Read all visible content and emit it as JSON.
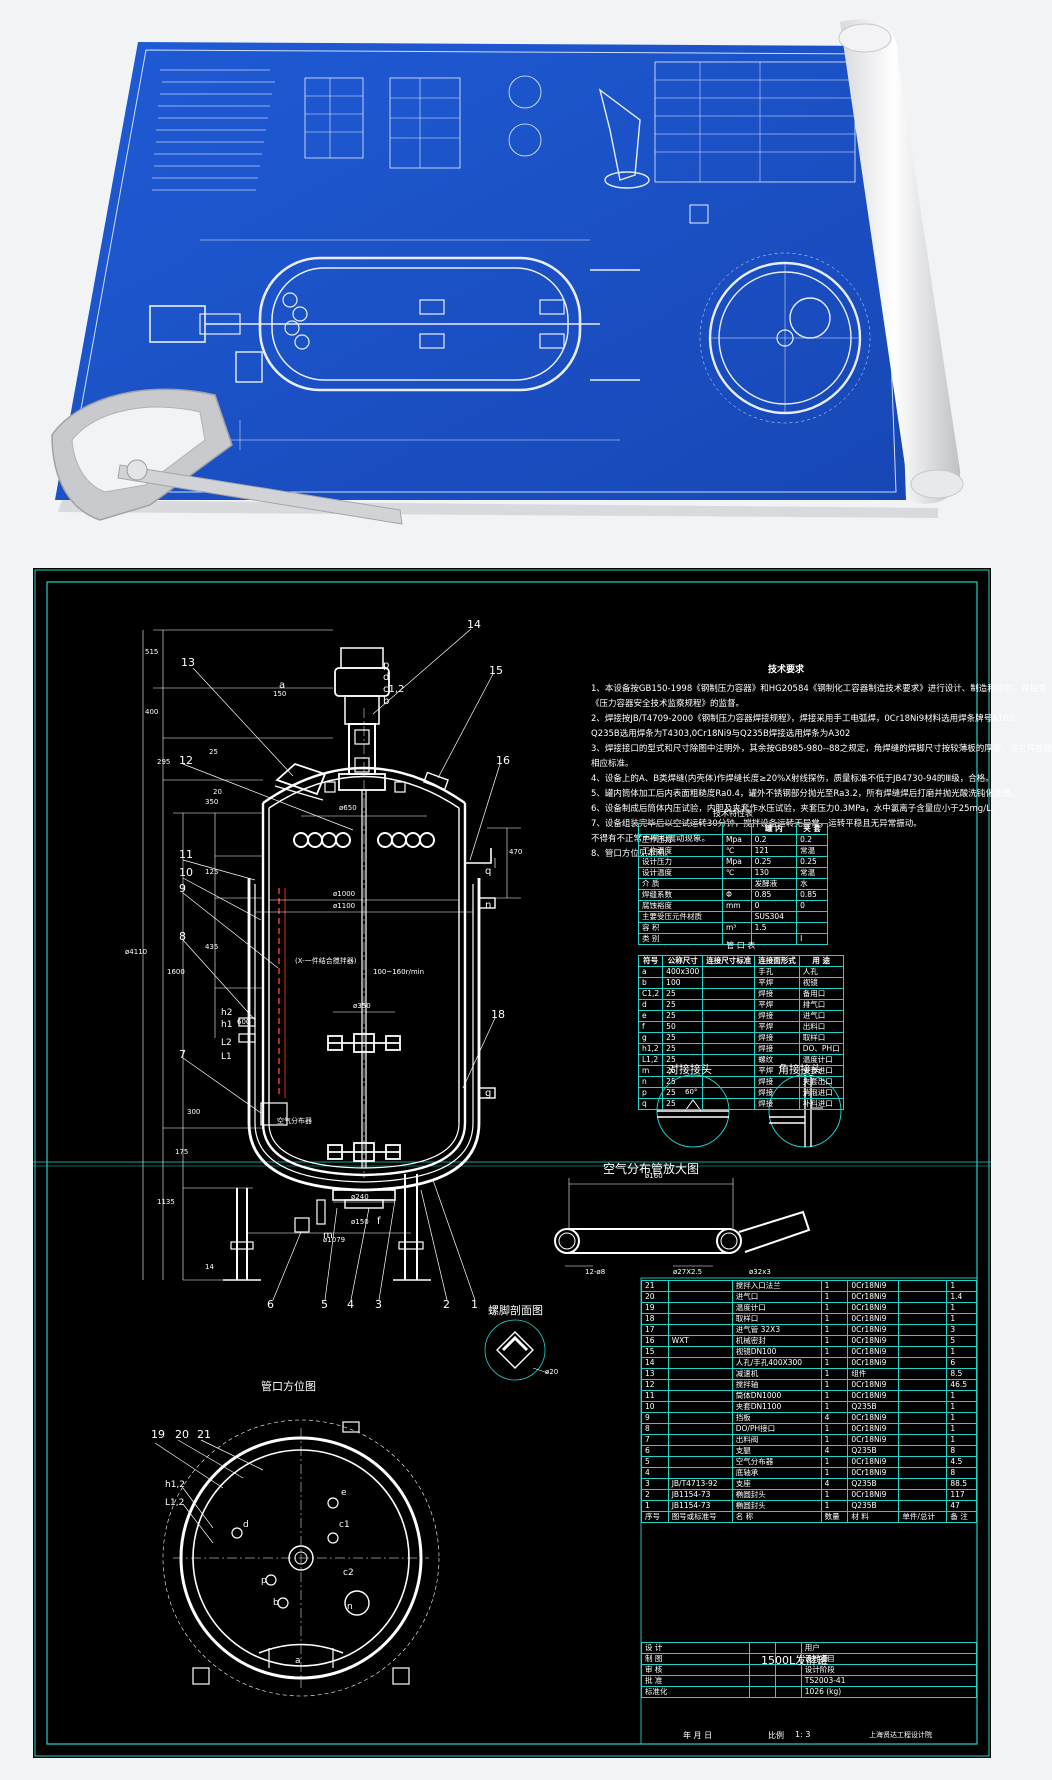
{
  "top_blueprint": {
    "background_color": "#1a4fc4",
    "line_color": "#ffffff"
  },
  "tech_requirements": {
    "title": "技术要求",
    "lines": [
      "1、本设备按GB150-1998《钢制压力容器》和HG20584《钢制化工容器制造技术要求》进行设计、制造和检验，并接受",
      "《压力容器安全技术监察规程》的监督。",
      "2、焊接按JB/T4709-2000《钢制压力容器焊接规程》，焊接采用手工电弧焊，0Cr18Ni9材料选用焊条牌号A102;",
      "Q235B选用焊条为T4303,0Cr18Ni9与Q235B焊接选用焊条为A302",
      "3、焊接接口的型式和尺寸除图中注明外，其余按GB985-980--88之规定，角焊缝的焊脚尺寸按较薄板的厚度，法兰焊接按",
      "相应标准。",
      "4、设备上的A、B类焊缝(内壳体)作焊缝长度≥20%X射线探伤，质量标准不低于JB4730-94的Ⅲ级，合格。",
      "5、罐内筒体加工后内表面粗糙度Ra0.4，罐外不锈钢部分抛光至Ra3.2，所有焊缝焊后打磨并抛光酸洗钝化处理。",
      "6、设备制成后筒体内压试验，内胆及夹套作水压试验，夹套压力0.3MPa，水中氯离子含量应小于25mg/L。",
      "7、设备组装完毕后以空试运转30分钟，搅拌设备运转无异常，运转平稳且无异常振动。",
      "不得有不正常声响和震动现象。",
      "8、管口方位见本图。"
    ]
  },
  "tech_characteristics": {
    "title": "技术特性表",
    "headers": [
      "",
      "",
      "罐 内",
      "夹 套"
    ],
    "rows": [
      [
        "工作压力",
        "Mpa",
        "0.2",
        "0.2"
      ],
      [
        "工作温度",
        "℃",
        "121",
        "常温"
      ],
      [
        "设计压力",
        "Mpa",
        "0.25",
        "0.25"
      ],
      [
        "设计温度",
        "℃",
        "130",
        "常温"
      ],
      [
        "介 质",
        "",
        "发酵液",
        "水"
      ],
      [
        "焊缝系数",
        "Φ",
        "0.85",
        "0.85"
      ],
      [
        "腐蚀裕度",
        "mm",
        "0",
        "0"
      ],
      [
        "主要受压元件材质",
        "",
        "SUS304",
        ""
      ],
      [
        "容 积",
        "m³",
        "1.5",
        ""
      ],
      [
        "类 别",
        "",
        "",
        "Ⅰ"
      ]
    ]
  },
  "nozzle_table": {
    "title": "管 口 表",
    "headers": [
      "符号",
      "公称尺寸",
      "连接尺寸标准",
      "连接面形式",
      "用 途"
    ],
    "rows": [
      [
        "a",
        "400x300",
        "",
        "手孔",
        "人孔"
      ],
      [
        "b",
        "100",
        "",
        "平焊",
        "视镜"
      ],
      [
        "C1,2",
        "25",
        "",
        "焊接",
        "备用口"
      ],
      [
        "d",
        "25",
        "",
        "平焊",
        "排气口"
      ],
      [
        "e",
        "25",
        "",
        "焊接",
        "进气口"
      ],
      [
        "f",
        "50",
        "",
        "平焊",
        "出料口"
      ],
      [
        "g",
        "25",
        "",
        "焊接",
        "取样口"
      ],
      [
        "h1,2",
        "25",
        "",
        "焊接",
        "DO、PH口"
      ],
      [
        "L1,2",
        "25",
        "",
        "螺纹",
        "温度计口"
      ],
      [
        "m",
        "25",
        "",
        "平焊",
        "夹套进口"
      ],
      [
        "n",
        "25",
        "",
        "焊接",
        "夹套出口"
      ],
      [
        "p",
        "25",
        "",
        "焊接",
        "消泡进口"
      ],
      [
        "q",
        "25",
        "",
        "焊接",
        "补料进口"
      ]
    ]
  },
  "weld_details": {
    "butt_title": "对接接头",
    "fillet_title": "角接接头",
    "angle_label": "60°"
  },
  "air_sparger": {
    "title": "空气分布管放大图",
    "dims": [
      "ø160",
      "12-ø8",
      "ø27X2.5",
      "ø32x3"
    ]
  },
  "leg_section": {
    "title": "螺脚剖面图",
    "dims": [
      "ø20"
    ]
  },
  "orientation": {
    "title": "管口方位图",
    "callouts": [
      "19",
      "20",
      "21"
    ],
    "nozzles": [
      "h1,2",
      "L1,2",
      "d",
      "e",
      "p",
      "c1",
      "b",
      "c2",
      "a",
      "n"
    ]
  },
  "main_view": {
    "callouts_left": [
      "13",
      "12",
      "11",
      "10",
      "9",
      "8",
      "7"
    ],
    "callouts_right": [
      "14",
      "15",
      "16",
      "18"
    ],
    "callouts_bottom": [
      "6",
      "5",
      "4",
      "3",
      "2",
      "1"
    ],
    "nozzle_letters_top": [
      "p",
      "d",
      "c1,2",
      "b",
      "a"
    ],
    "nozzle_letters_side": [
      "q",
      "n",
      "g",
      "m",
      "f"
    ],
    "side_letters": [
      "h2",
      "h1",
      "L2",
      "L1"
    ],
    "dims": [
      "515",
      "400",
      "295",
      "350",
      "125",
      "435",
      "1600",
      "600",
      "300",
      "175",
      "1135",
      "470",
      "ø650",
      "ø1000",
      "ø1100",
      "ø350",
      "ø240",
      "ø150",
      "ø1079",
      "14",
      "ø4110",
      "150",
      "25",
      "20"
    ],
    "annotations": [
      "100~160r/min",
      "(X-一件结合搅拌器)",
      "空气分布器"
    ]
  },
  "parts_list": {
    "rows": [
      [
        "21",
        "",
        "搅拌入口法兰",
        "1",
        "0Cr18Ni9",
        "",
        "1"
      ],
      [
        "20",
        "",
        "进气口",
        "1",
        "0Cr18Ni9",
        "",
        "1.4"
      ],
      [
        "19",
        "",
        "温度计口",
        "1",
        "0Cr18Ni9",
        "",
        "1"
      ],
      [
        "18",
        "",
        "取样口",
        "1",
        "0Cr18Ni9",
        "",
        "1"
      ],
      [
        "17",
        "",
        "进气管 32X3",
        "1",
        "0Cr18Ni9",
        "",
        "3"
      ],
      [
        "16",
        "WXT",
        "机械密封",
        "1",
        "0Cr18Ni9",
        "",
        "5"
      ],
      [
        "15",
        "",
        "视镜DN100",
        "1",
        "0Cr18Ni9",
        "",
        "1"
      ],
      [
        "14",
        "",
        "人孔/手孔400X300",
        "1",
        "0Cr18Ni9",
        "",
        "6"
      ],
      [
        "13",
        "",
        "减速机",
        "1",
        "组件",
        "",
        "8.5"
      ],
      [
        "12",
        "",
        "搅拌轴",
        "1",
        "0Cr18Ni9",
        "",
        "46.5"
      ],
      [
        "11",
        "",
        "筒体DN1000",
        "1",
        "0Cr18Ni9",
        "",
        "1"
      ],
      [
        "10",
        "",
        "夹套DN1100",
        "1",
        "Q235B",
        "",
        "1"
      ],
      [
        "9",
        "",
        "挡板",
        "4",
        "0Cr18Ni9",
        "",
        "1"
      ],
      [
        "8",
        "",
        "DO/PH接口",
        "1",
        "0Cr18Ni9",
        "",
        "1"
      ],
      [
        "7",
        "",
        "出料阀",
        "1",
        "0Cr18Ni9",
        "",
        "1"
      ],
      [
        "6",
        "",
        "支腿",
        "4",
        "Q235B",
        "",
        "8"
      ],
      [
        "5",
        "",
        "空气分布器",
        "1",
        "0Cr18Ni9",
        "",
        "4.5"
      ],
      [
        "4",
        "",
        "底轴承",
        "1",
        "0Cr18Ni9",
        "",
        "8"
      ],
      [
        "3",
        "JB/T4713-92",
        "支座",
        "4",
        "Q235B",
        "",
        "88.5"
      ],
      [
        "2",
        "JB1154-73",
        "椭圆封头",
        "1",
        "0Cr18Ni9",
        "",
        "117"
      ],
      [
        "1",
        "JB1154-73",
        "椭圆封头",
        "1",
        "Q235B",
        "",
        "47"
      ]
    ],
    "footer_headers": [
      "序号",
      "图号或标准号",
      "名 称",
      "数量",
      "材 料",
      "单件/总计",
      "备 注"
    ]
  },
  "title_block": {
    "drawing_name": "1500L发酵罐",
    "rows": [
      [
        "设 计",
        "",
        "",
        "用户"
      ],
      [
        "制 图",
        "",
        "",
        "设计项目"
      ],
      [
        "审 核",
        "",
        "",
        "设计阶段"
      ],
      [
        "批 准",
        "",
        "",
        "TS2003-41"
      ],
      [
        "标准化",
        "",
        "",
        "1026 (kg)"
      ]
    ],
    "scale_label": "比例",
    "scale_value": "1: 3",
    "date_label": "年  月  日",
    "company": "上海贤达工程设计院"
  }
}
